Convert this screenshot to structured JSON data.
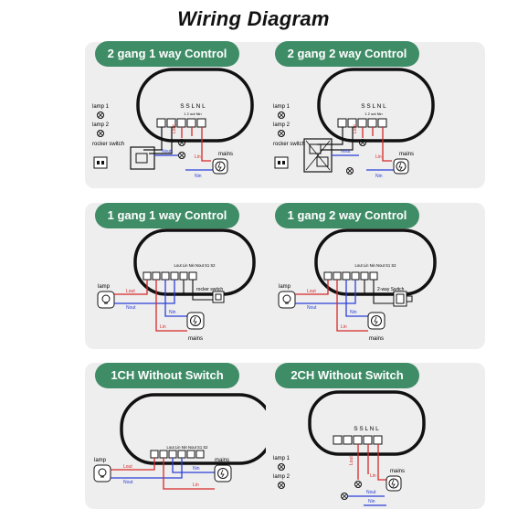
{
  "page": {
    "title": "Wiring Diagram"
  },
  "panels": [
    {
      "title": "2 gang 1 way Control",
      "terminals": "S S  L  N L",
      "sub": "1  2  out  Nin",
      "lamp1": "lamp 1",
      "lamp2": "lamp 2",
      "switch_label": "rocker switch",
      "mains": "mains",
      "lout": "Lout",
      "nout": "Nout",
      "lin": "Lin",
      "nin": "Nin"
    },
    {
      "title": "2 gang 2 way Control",
      "terminals": "S S  L  N L",
      "sub": "1  2  out  Nin",
      "lamp1": "lamp 1",
      "lamp2": "lamp 2",
      "switch_label": "rocker switch",
      "mains": "mains",
      "lout": "Lout",
      "nout": "Nout",
      "lin": "Lin",
      "nin": "Nin"
    },
    {
      "title": "1 gang 1 way Control",
      "terminals": "Lout Lin Nin Nout S1 S2",
      "lamp": "lamp",
      "switch_label": "rocker switch",
      "mains": "mains",
      "lout": "Lout",
      "nout": "Nout",
      "lin": "Lin",
      "nin": "Nin"
    },
    {
      "title": "1 gang 2 way Control",
      "terminals": "Lout Lin Nin Nout S1 S2",
      "lamp": "lamp",
      "switch_label": "2-way Switch",
      "mains": "mains",
      "lout": "Lout",
      "nout": "Nout",
      "lin": "Lin",
      "nin": "Nin"
    },
    {
      "title": "1CH Without Switch",
      "terminals": "Lout Lin Nin Nout S1 S2",
      "lamp": "lamp",
      "mains": "mains",
      "lout": "Lout",
      "nout": "Nout",
      "lin": "Lin",
      "nin": "Nin"
    },
    {
      "title": "2CH Without Switch",
      "terminals": "S S  L  N L",
      "lamp1": "lamp 1",
      "lamp2": "lamp 2",
      "mains": "mains",
      "lout": "Lout",
      "nout": "Nout",
      "lin": "Lin",
      "nin": "Nin"
    }
  ],
  "colors": {
    "panel_bg": "#eeeeee",
    "pill": "#3f8d67",
    "live": "#d62828",
    "neutral": "#2b3fd8",
    "wire": "#111111"
  }
}
